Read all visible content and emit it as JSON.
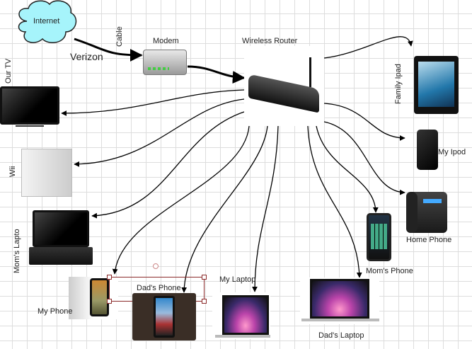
{
  "nodes": {
    "internet": "Internet",
    "verizon": "Verizon",
    "cable": "Cable",
    "modem": "Modem",
    "router": "Wireless Router",
    "tv": "Our TV",
    "wii": "Wii",
    "moms_laptop": "Mom's Lapto",
    "my_phone": "My Phone",
    "dads_phone": "Dad's Phone",
    "my_laptop": "My Laptop",
    "dads_laptop": "Dad's Laptop",
    "moms_phone": "Mom's Phone",
    "home_phone": "Home Phone",
    "my_ipod": "My Ipod",
    "family_ipad": "Family Ipad"
  },
  "colors": {
    "cloud": "#a6f4fb",
    "selection": "#8b2a2a",
    "arrow": "#000000"
  }
}
